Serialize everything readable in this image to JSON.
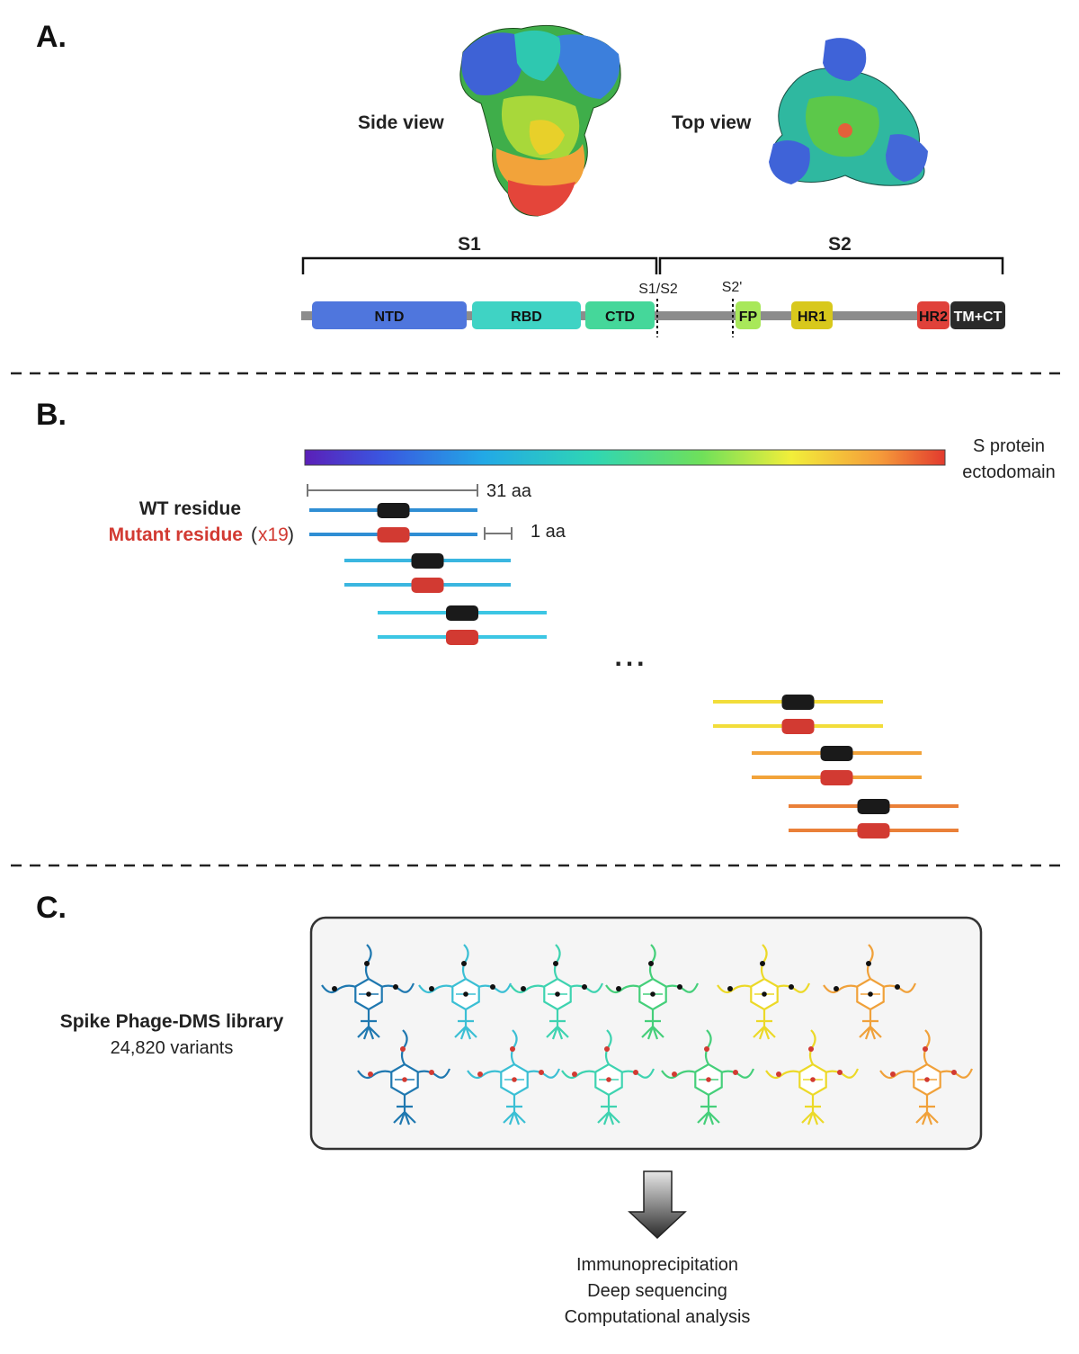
{
  "panels": {
    "a": "A.",
    "b": "B.",
    "c": "C."
  },
  "structure": {
    "side_view_label": "Side view",
    "top_view_label": "Top view"
  },
  "domain_map": {
    "s1_label": "S1",
    "s2_label": "S2",
    "cleavage_s1s2": "S1/S2",
    "cleavage_s2prime": "S2'",
    "domains": [
      {
        "label": "NTD",
        "color": "#4f76dd"
      },
      {
        "label": "RBD",
        "color": "#3fd3c4"
      },
      {
        "label": "CTD",
        "color": "#45d79a"
      },
      {
        "label": "FP",
        "color": "#a8e85a"
      },
      {
        "label": "HR1",
        "color": "#d8c81c"
      },
      {
        "label": "HR2",
        "color": "#e0413a"
      },
      {
        "label": "TM+CT",
        "color": "#2a2a2a"
      }
    ],
    "backbone_color": "#8c8c8c"
  },
  "tiling": {
    "gradient_label_line1": "S protein",
    "gradient_label_line2": "ectodomain",
    "length_label": "31 aa",
    "step_label": "1 aa",
    "wt_label": "WT residue",
    "mutant_label": "Mutant residue",
    "mutant_open": "(",
    "mutant_count": "x19",
    "mutant_close": ")",
    "ellipsis": "...",
    "wt_color": "#1a1a1a",
    "mutant_color": "#d23a32"
  },
  "library": {
    "title": "Spike Phage-DMS library",
    "variants": "24,820 variants"
  },
  "downstream": {
    "steps": [
      "Immunoprecipitation",
      "Deep sequencing",
      "Computational analysis"
    ]
  }
}
